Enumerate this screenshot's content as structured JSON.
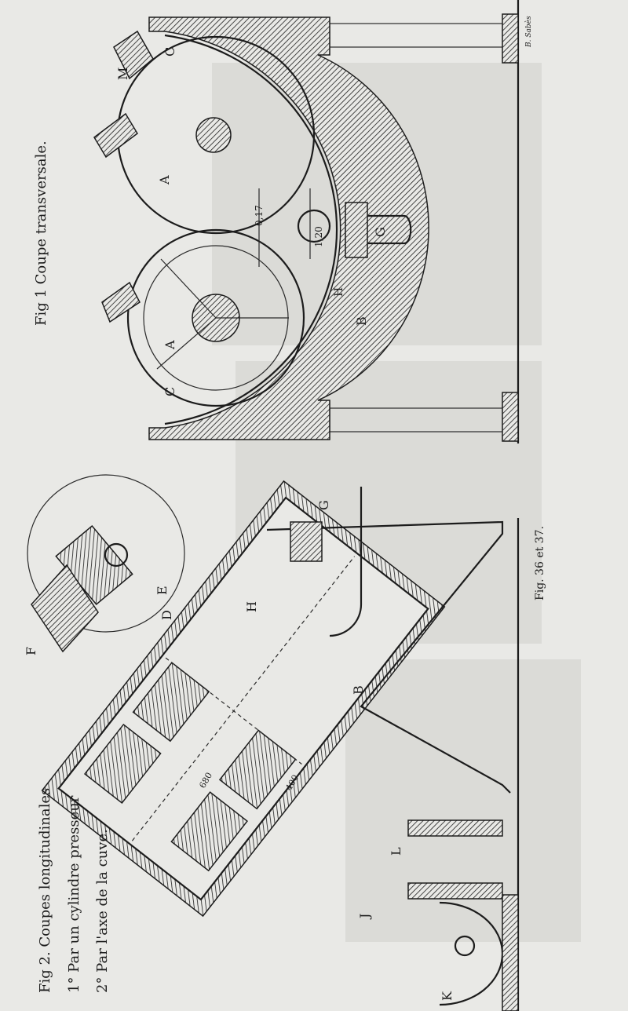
{
  "figure1": {
    "title": "Fig 1 Coupe transversale.",
    "labels": {
      "M": "M",
      "C_top": "C",
      "A_top": "A",
      "dim_017": "0,17",
      "dim_120": "1,20",
      "G": "G",
      "H": "H",
      "B": "B",
      "C_bottom": "C",
      "A_bottom": "A"
    }
  },
  "figure2": {
    "title": "Fig 2. Coupes longitudinales",
    "line1": "1° Par un cylindre presseur",
    "line2": "2° Par l'axe de la cuve.",
    "labels": {
      "F": "F",
      "E": "E",
      "D": "D",
      "G": "G",
      "H": "H",
      "B": "B",
      "L": "L",
      "J": "J",
      "K": "K",
      "dim_680": "680",
      "dim_400": "400"
    }
  },
  "caption": "Fig. 36 et 37.",
  "signature": "B. Sabès",
  "colors": {
    "paper": "#e9e9e6",
    "ink": "#1c1c1c"
  }
}
